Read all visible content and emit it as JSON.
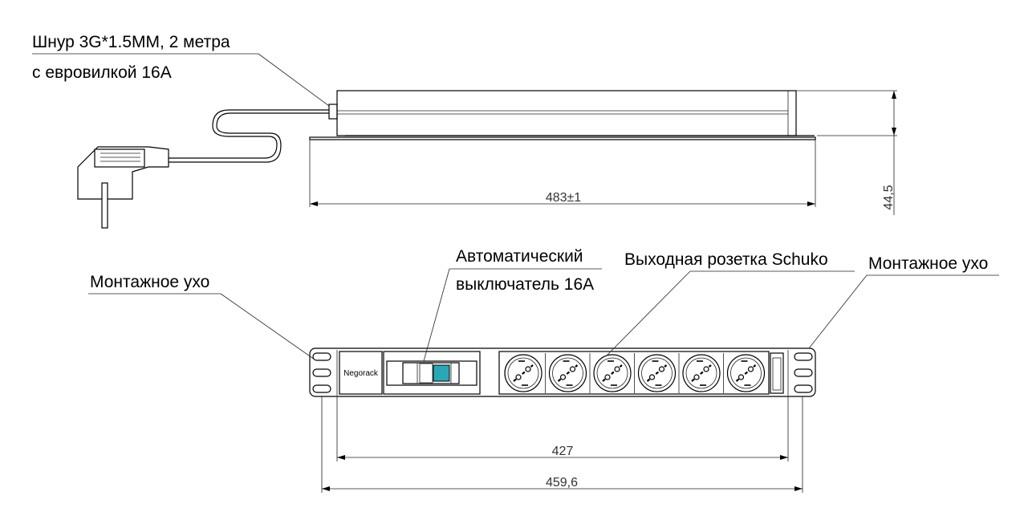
{
  "labels": {
    "cord_line1": "Шнур 3G*1.5ММ, 2 метра",
    "cord_line2": "с евровилкой 16А",
    "breaker_line1": "Автоматический",
    "breaker_line2": "выключатель 16А",
    "socket": "Выходная розетка Schuko",
    "ear_left": "Монтажное ухо",
    "ear_right": "Монтажное ухо",
    "brand": "Negorack"
  },
  "dimensions": {
    "total_length_top": "483±1",
    "height": "44,5",
    "inner_width": "427",
    "overall_width": "459,6"
  },
  "outlets": {
    "count": 6
  }
}
